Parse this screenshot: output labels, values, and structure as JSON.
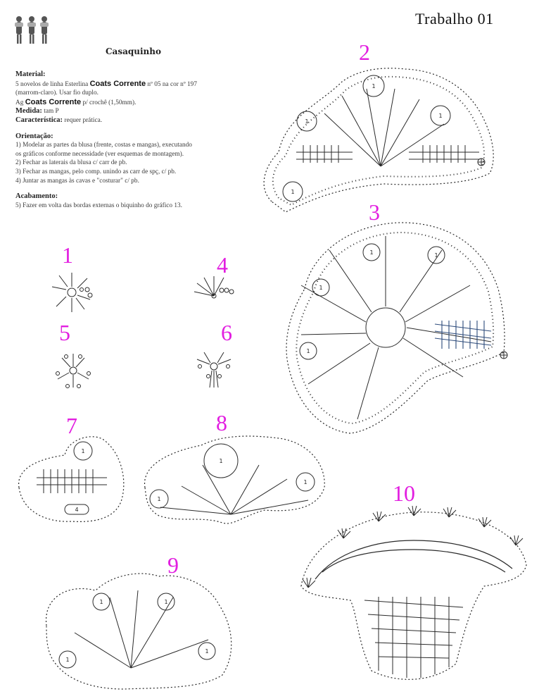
{
  "header": {
    "page_title": "Trabalho 01",
    "doc_title": "Casaquinho"
  },
  "material": {
    "heading": "Material:",
    "line1_pre": "5 novelos de linha Esterlina",
    "brand": "Coats Corrente",
    "line1_post": "nº 05 na cor nº 197",
    "line2": "(marrom-claro). Usar fio duplo.",
    "line3_pre": "Ag",
    "line3_post": "p/ crochê (1,50mm).",
    "medida_label": "Medida:",
    "medida_value": "tam P",
    "carac_label": "Característica:",
    "carac_value": "requer prática."
  },
  "orientacao": {
    "heading": "Orientação:",
    "steps": [
      "1)   Modelar as partes da blusa (frente, costas e mangas), executando",
      "os gráficos conforme necessidade (ver esquemas de montagem).",
      "2)   Fechar as laterais da blusa c/ carr de pb.",
      "3)   Fechar as mangas, pelo comp. unindo as carr de spç, c/ pb.",
      "4)   Juntar as mangas às cavas e \"costurar\" c/ pb."
    ]
  },
  "acabamento": {
    "heading": "Acabamento:",
    "step": "5)   Fazer em volta das bordas externas o biquinho do gráfico 13."
  },
  "diagrams": {
    "labels": [
      "1",
      "2",
      "3",
      "4",
      "5",
      "6",
      "7",
      "8",
      "9",
      "10"
    ],
    "circle_mark": "1",
    "circle_mark_4": "4"
  },
  "colors": {
    "number_accent": "#e21ee0",
    "ink": "#2a2a2a",
    "ink_blue": "#2c4a7a"
  }
}
